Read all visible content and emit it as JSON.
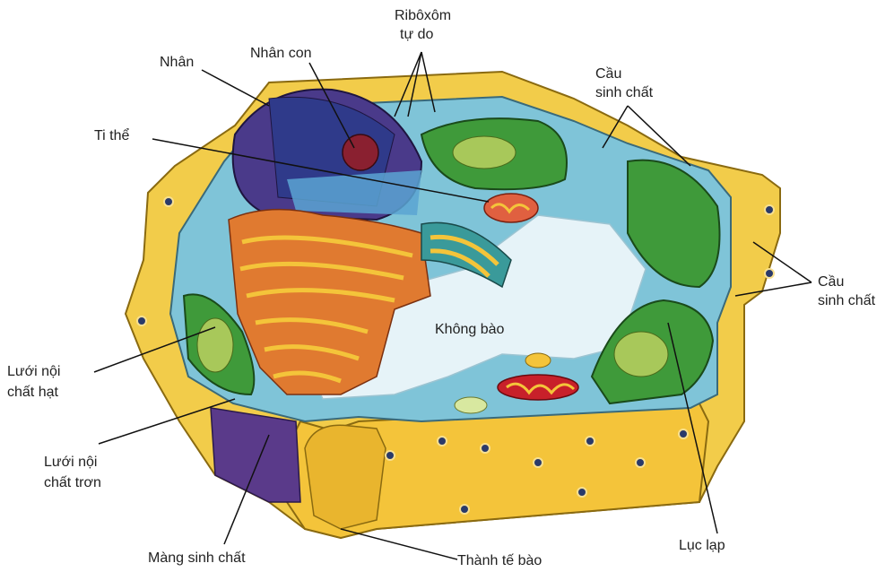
{
  "labels": {
    "ribosome": [
      "Ribôxôm",
      "tự do"
    ],
    "nucleus": "Nhân",
    "nucleolus": "Nhân con",
    "plasmodesmata_top": [
      "Cầu",
      "sinh chất"
    ],
    "mitochondrion": "Ti thể",
    "plasmodesmata_right": [
      "Cầu",
      "sinh chất"
    ],
    "vacuole": "Không bào",
    "rough_er": [
      "Lưới nội",
      "chất hạt"
    ],
    "smooth_er": [
      "Lưới nội",
      "chất trơn"
    ],
    "chloroplast": "Lục lạp",
    "plasma_membrane": "Màng sinh chất",
    "cell_wall": "Thành tế bào"
  },
  "colors": {
    "wall": "#f2cc4a",
    "wall_dark": "#d9a520",
    "cytoplasm": "#7fc4d8",
    "vacuole": "#e6f3f8",
    "nucleus": "#4a3a8a",
    "nucleolus": "#8a2030",
    "chloroplast": "#3f9a3a",
    "er": "#d96a2a",
    "leader": "#111111"
  }
}
